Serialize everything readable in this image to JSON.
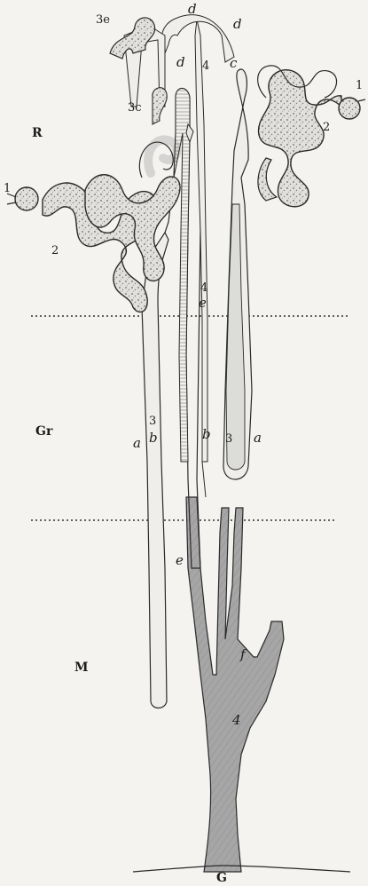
{
  "figure": {
    "labels": {
      "zone_R": "R",
      "zone_Gr": "Gr",
      "zone_M": "M",
      "bottom_G": "G",
      "l1_left": "1",
      "l1_right": "1",
      "l2_left": "2",
      "l2_right": "2",
      "l3e_top": "3e",
      "l3c_left": "3c",
      "l3_left": "3",
      "l3_right": "3",
      "la_left": "a",
      "la_right": "a",
      "lb_left": "b",
      "lb_right": "b",
      "lc": "c",
      "ld_top": "d",
      "ld_topright": "d",
      "ld_mid": "d",
      "l4_top": "4",
      "l4_mid": "4",
      "l4_low": "4",
      "le_mid": "e",
      "le_low": "e",
      "lf": "f"
    },
    "colors": {
      "ink": "#2a2a2a",
      "granular_fill": "#e2e0dc",
      "duct_fill": "#a3a3a3",
      "paper": "#f4f3f0"
    }
  }
}
